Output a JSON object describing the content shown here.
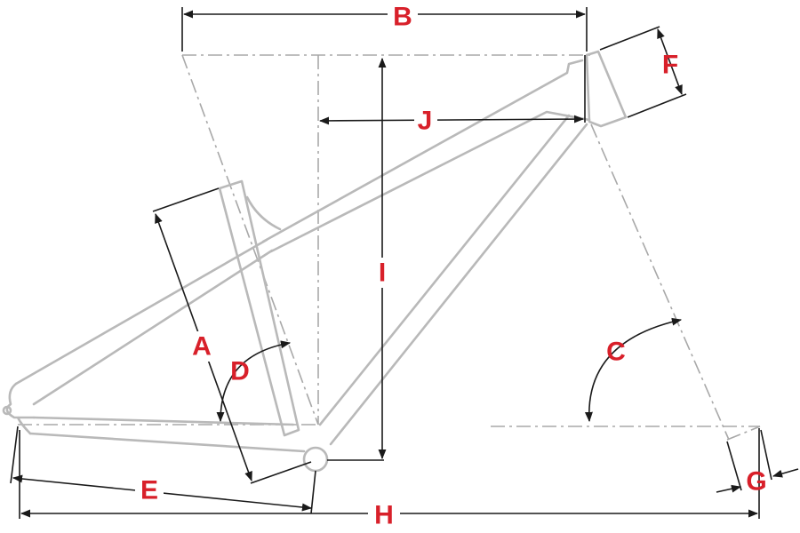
{
  "colors": {
    "label": "#d8202a",
    "frame": "#b9b9b9",
    "dimension": "#1a1a1a"
  },
  "labels": {
    "A": "A",
    "B": "B",
    "C": "C",
    "D": "D",
    "E": "E",
    "F": "F",
    "G": "G",
    "H": "H",
    "I": "I",
    "J": "J"
  }
}
